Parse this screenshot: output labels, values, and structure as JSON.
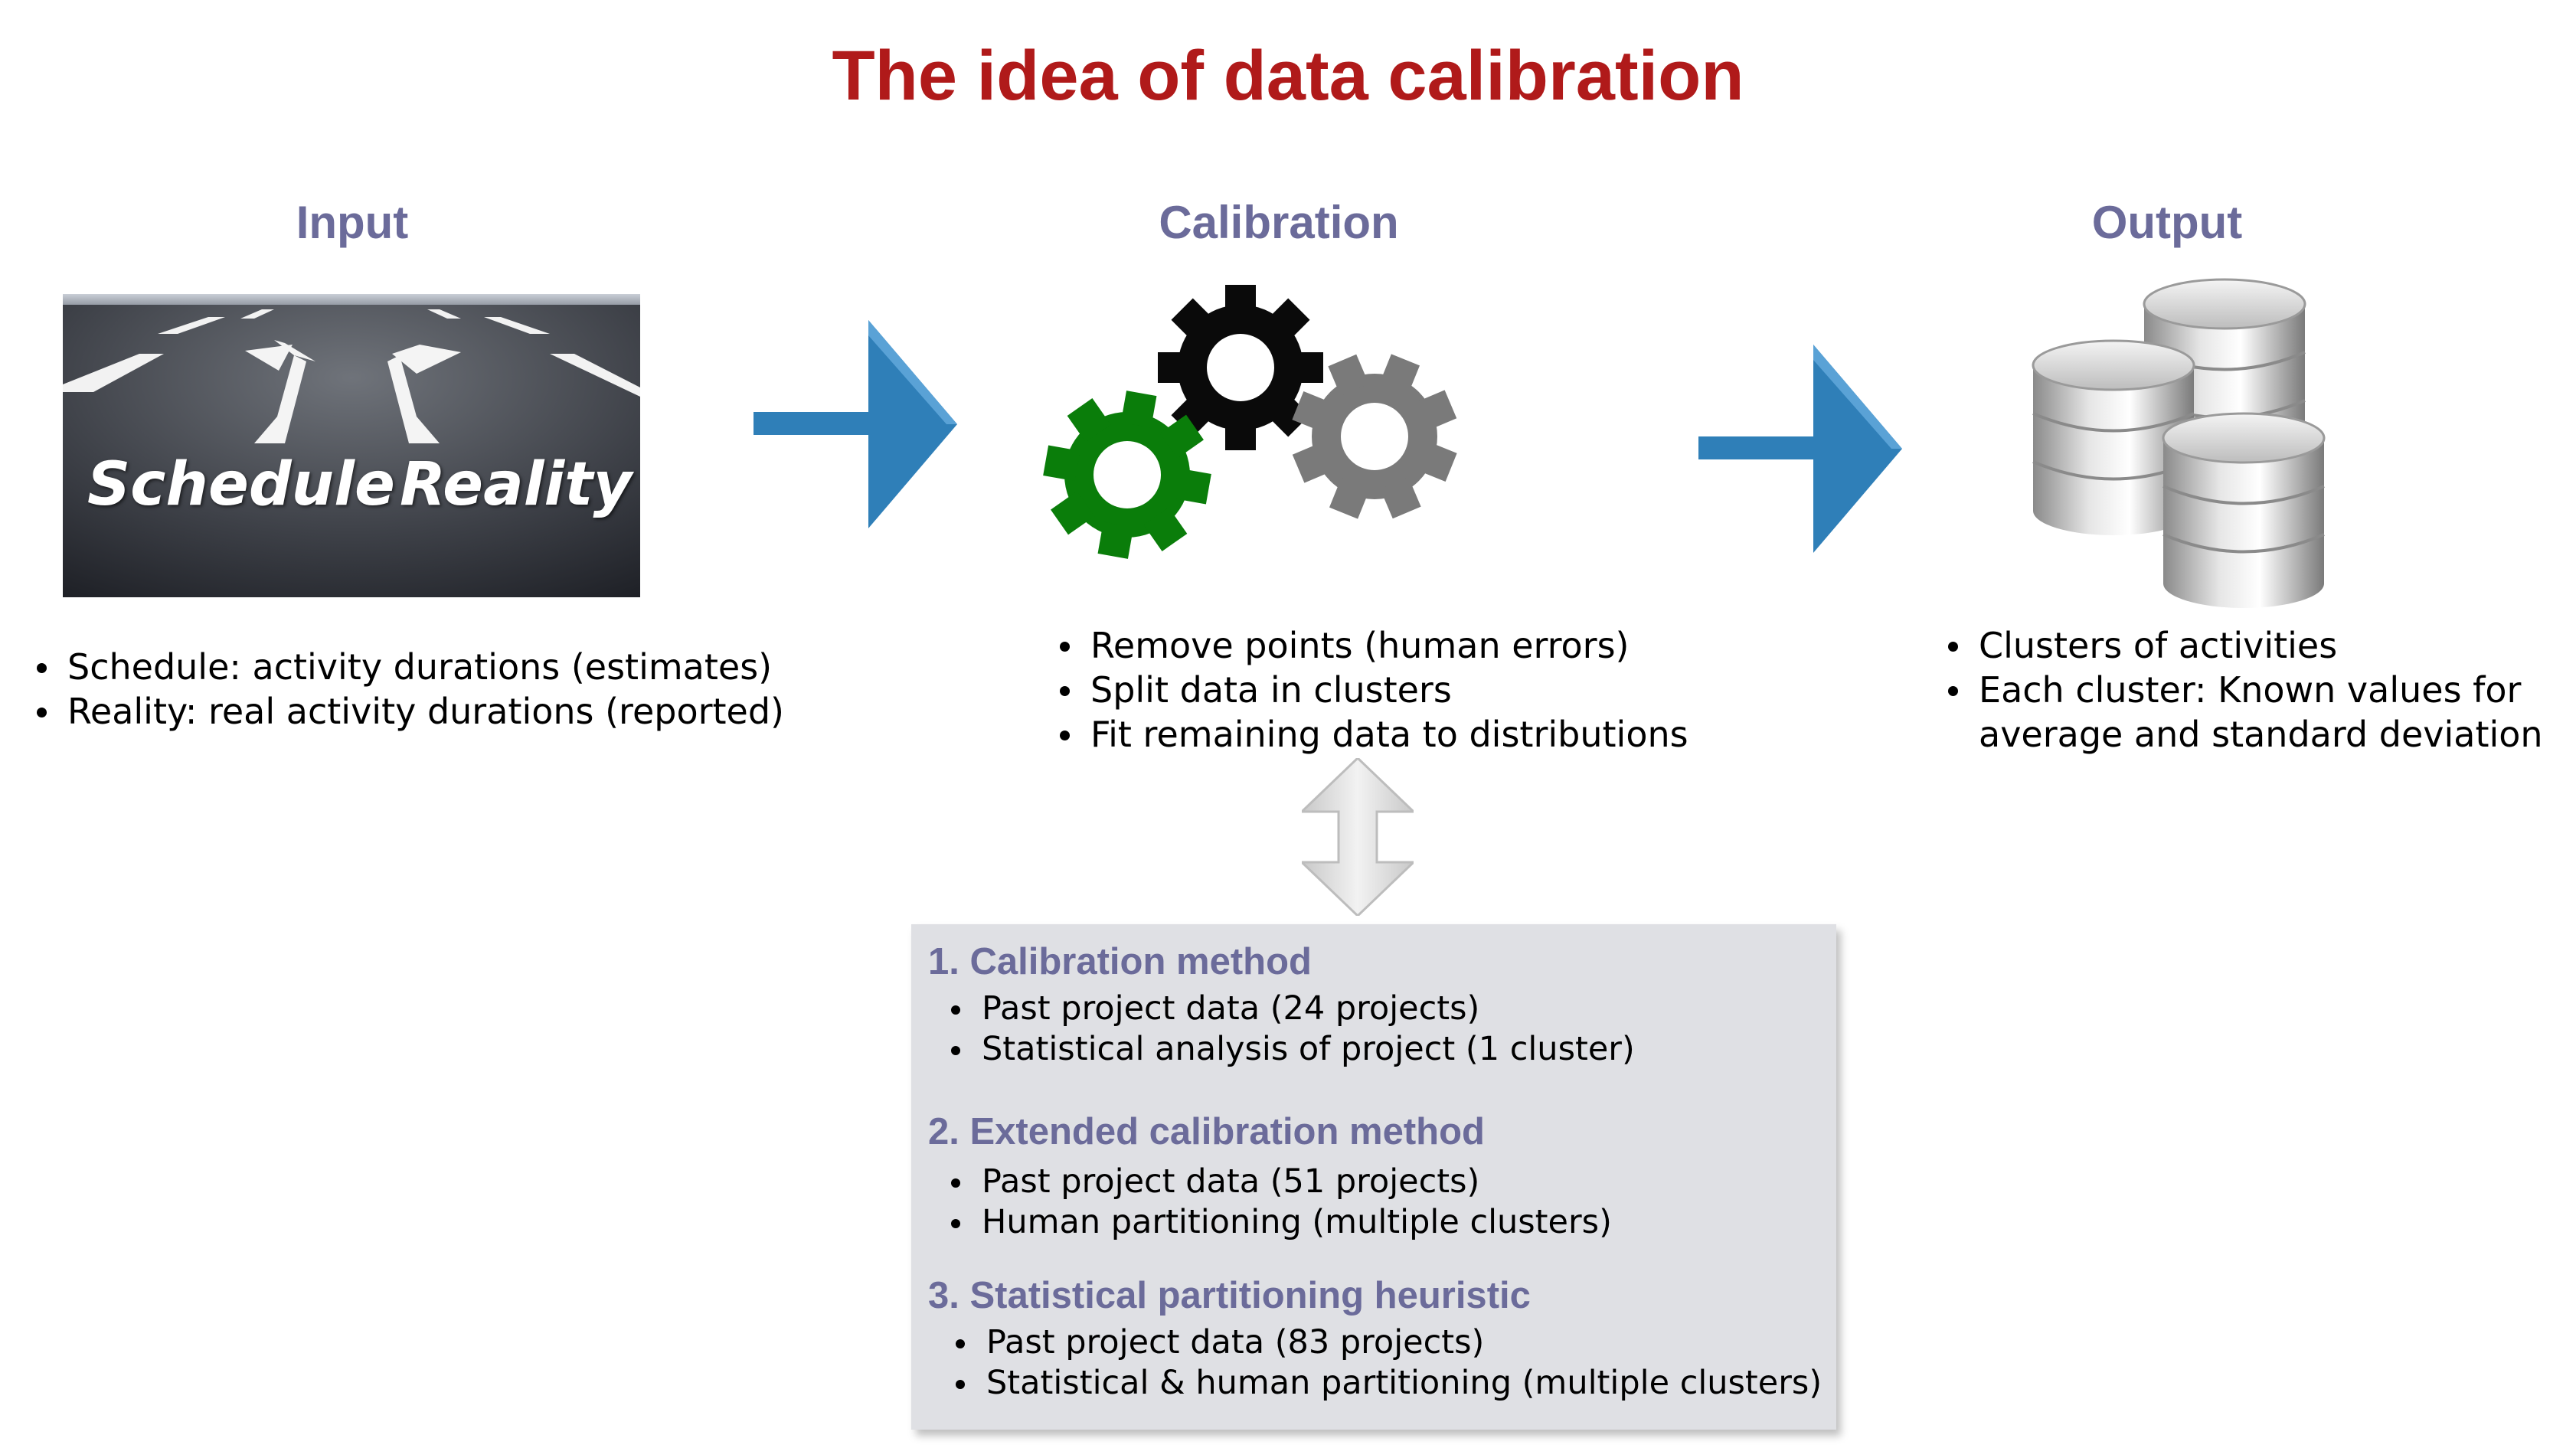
{
  "title": "The idea of data calibration",
  "input": {
    "heading": "Input",
    "image_labels": {
      "left": "Schedule",
      "right": "Reality"
    },
    "bullets": [
      "Schedule: activity durations (estimates)",
      "Reality: real activity durations (reported)"
    ]
  },
  "calibration": {
    "heading": "Calibration",
    "bullets": [
      "Remove points (human errors)",
      "Split data in clusters",
      "Fit remaining data to distributions"
    ]
  },
  "output": {
    "heading": "Output",
    "bullets": [
      "Clusters of activities",
      "Each cluster: Known values for",
      "average and standard deviation"
    ]
  },
  "methods": [
    {
      "heading": "1. Calibration method",
      "bullets": [
        "Past project data (24 projects)",
        "Statistical analysis of project (1 cluster)"
      ]
    },
    {
      "heading": "2. Extended calibration method",
      "bullets": [
        "Past project data (51 projects)",
        "Human partitioning (multiple clusters)"
      ]
    },
    {
      "heading": "3. Statistical partitioning heuristic",
      "bullets": [
        "Past project data (83 projects)",
        "Statistical & human partitioning (multiple clusters)"
      ]
    }
  ],
  "colors": {
    "title": "#b01a1a",
    "heading": "#6b6b9a",
    "arrow": "#2f7fb8",
    "gear_green": "#0a7d0a",
    "gear_black": "#0a0a0a",
    "gear_gray": "#7a7a7a",
    "box_bg": "#dfe0e4"
  },
  "icons": [
    "road-arrows-image",
    "gears-icon",
    "database-stack-icon",
    "arrow-right-icon",
    "double-arrow-icon"
  ]
}
